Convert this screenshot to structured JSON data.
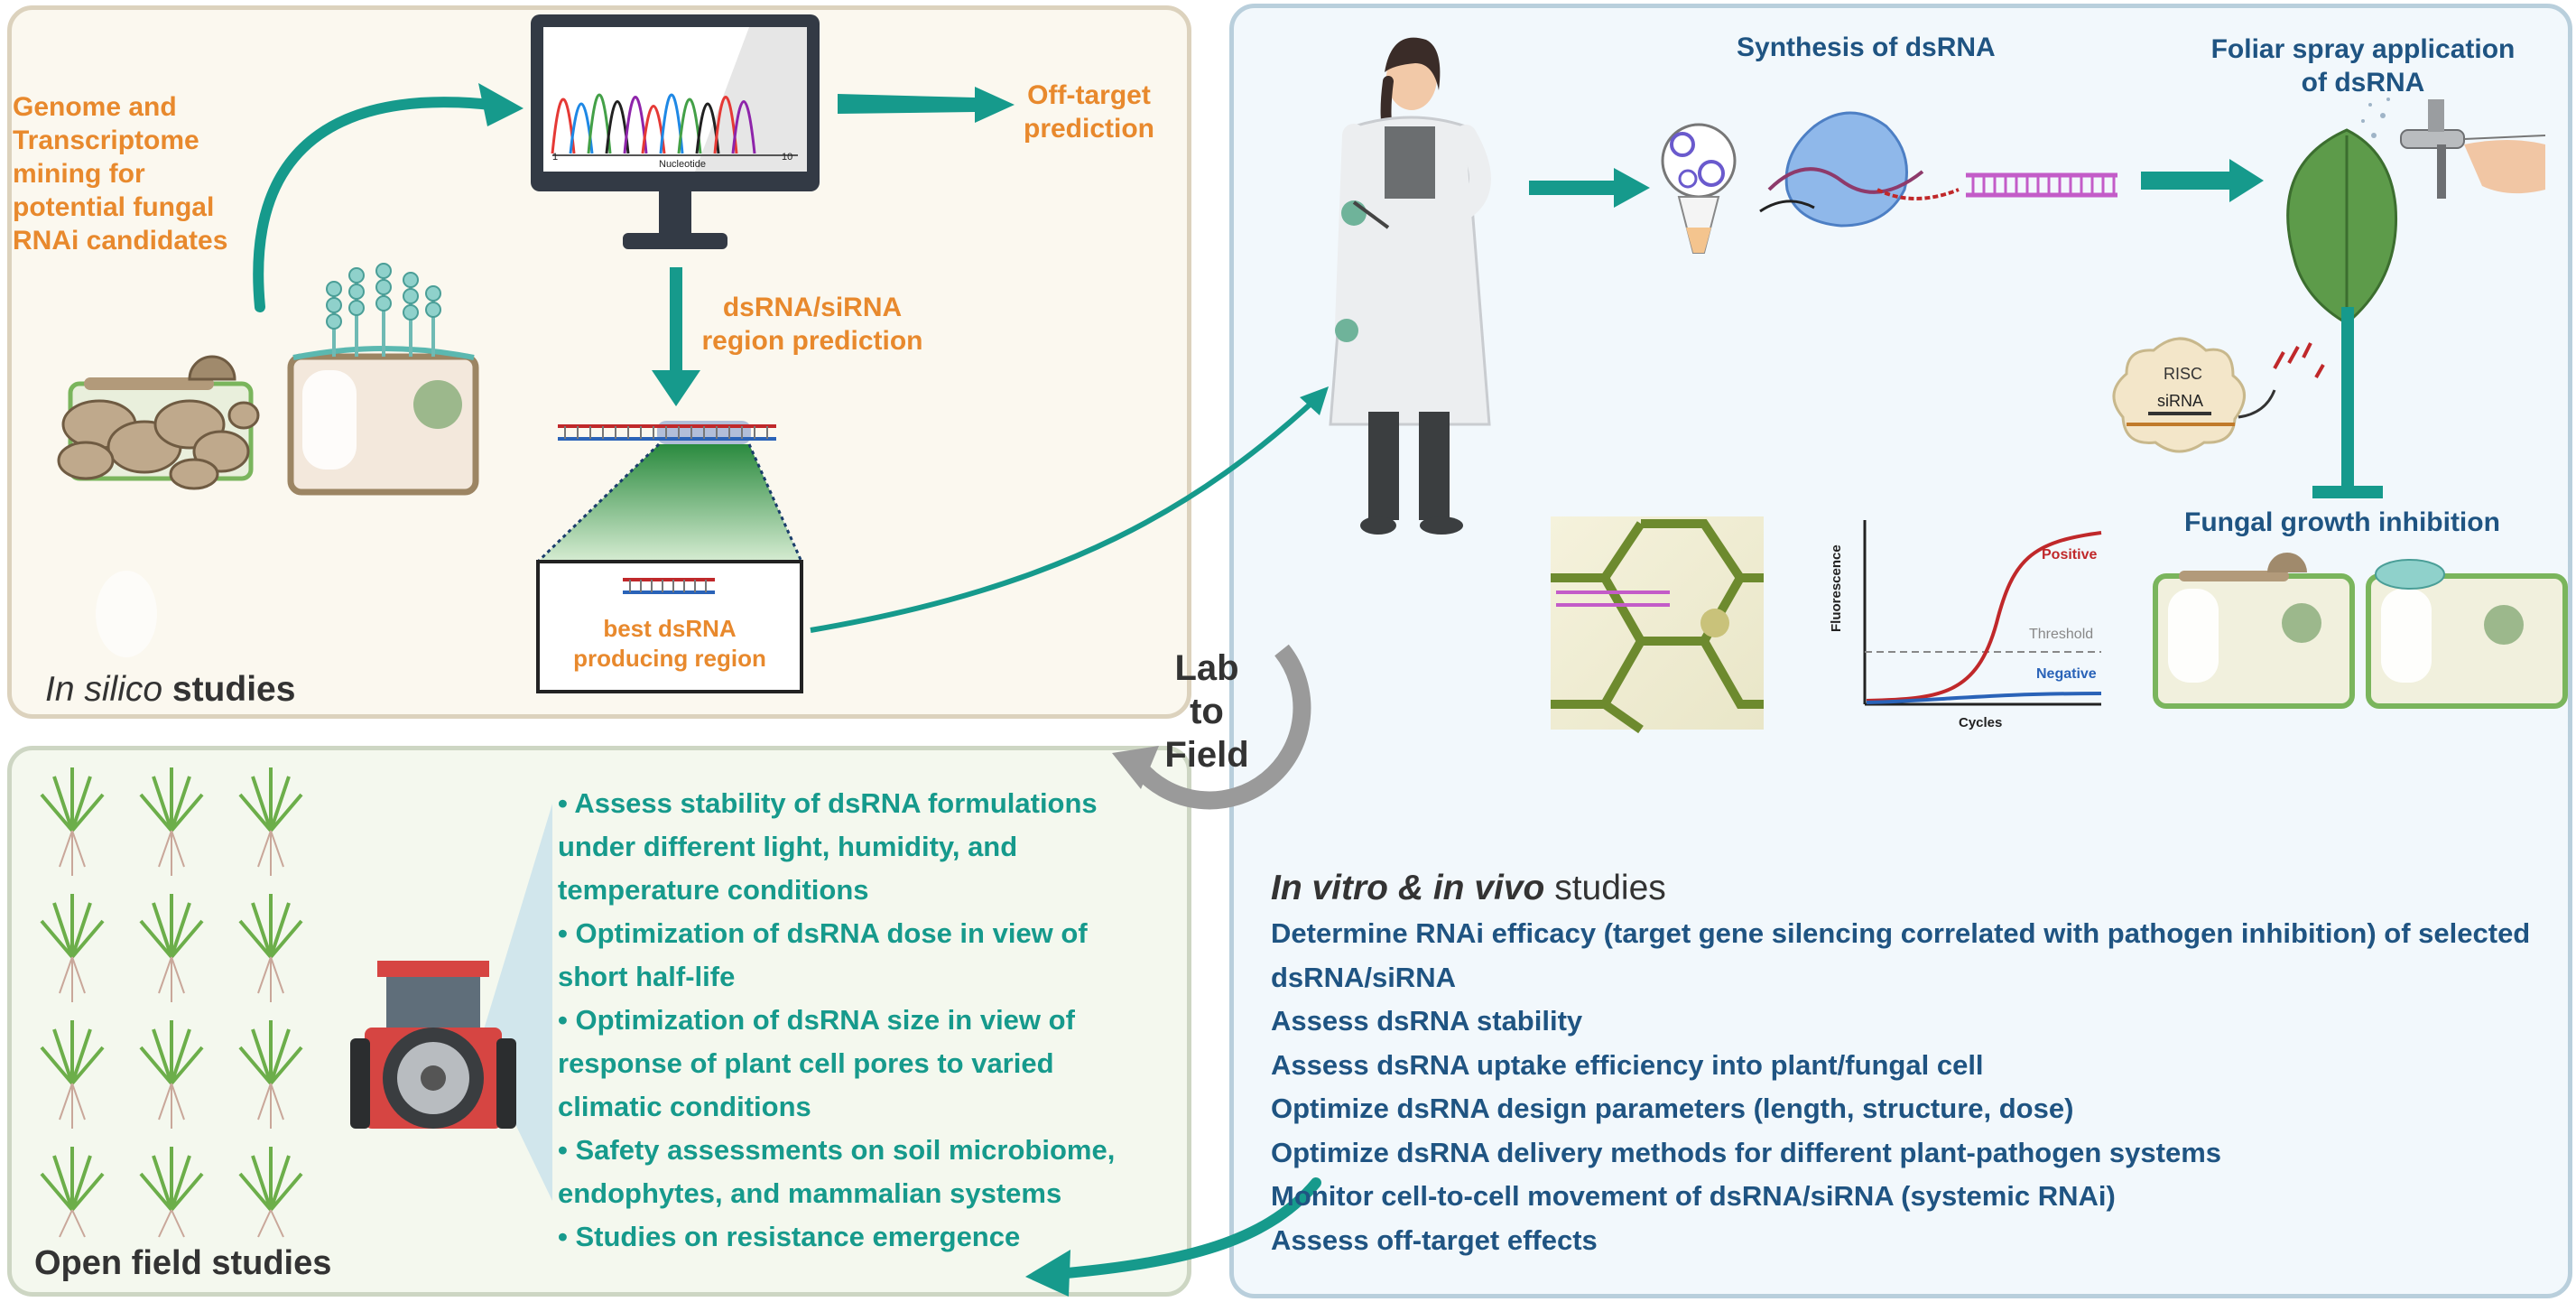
{
  "silico": {
    "mining_lines": [
      "Genome and",
      "Transcriptome",
      "mining for",
      "potential fungal",
      "RNAi candidates"
    ],
    "offtarget_lines": [
      "Off-target",
      "prediction"
    ],
    "region_lines": [
      "dsRNA/siRNA",
      "region prediction"
    ],
    "best_lines": [
      "best dsRNA",
      "producing region"
    ],
    "monitor_axis_start": "1",
    "monitor_axis_end": "10",
    "monitor_axis_label": "Nucleotide",
    "title_italic": "In silico",
    "title_rest": " studies"
  },
  "cycle": {
    "line1": "Lab",
    "line2": "to",
    "line3": "Field"
  },
  "vitro": {
    "synthesis_label": "Synthesis of dsRNA",
    "foliar_lines": [
      "Foliar spray application",
      "of dsRNA"
    ],
    "fungal_growth_label": "Fungal growth inhibition",
    "risc_label": "RISC",
    "sirna_label": "siRNA",
    "chart_ylabel": "Fluorescence",
    "chart_xlabel": "Cycles",
    "chart_positive": "Positive",
    "chart_threshold": "Threshold",
    "chart_negative": "Negative",
    "title_italic": "In vitro & in vivo",
    "title_rest": " studies",
    "items": [
      "Determine RNAi efficacy (target gene silencing correlated with pathogen inhibition) of selected",
      "dsRNA/siRNA",
      "Assess dsRNA stability",
      "Assess dsRNA uptake efficiency into plant/fungal cell",
      "Optimize dsRNA design parameters (length, structure, dose)",
      "Optimize dsRNA delivery methods for different plant-pathogen systems",
      "Monitor cell-to-cell movement of dsRNA/siRNA (systemic RNAi)",
      "Assess off-target effects"
    ]
  },
  "field": {
    "title": "Open field studies",
    "bullets": [
      "• Assess stability of dsRNA formulations",
      "under different light, humidity, and",
      "temperature conditions",
      "• Optimization of dsRNA dose in view of",
      "short half-life",
      "• Optimization of dsRNA size in view of",
      "response of plant cell pores to varied",
      "climatic conditions",
      "• Safety assessments on soil microbiome,",
      "endophytes, and mammalian systems",
      "• Studies on resistance emergence"
    ]
  },
  "colors": {
    "teal": "#169a8c",
    "orange": "#e8892d",
    "navy": "#1f5482",
    "qpcr_positive": "#c0282a",
    "qpcr_negative": "#2a63b8"
  }
}
